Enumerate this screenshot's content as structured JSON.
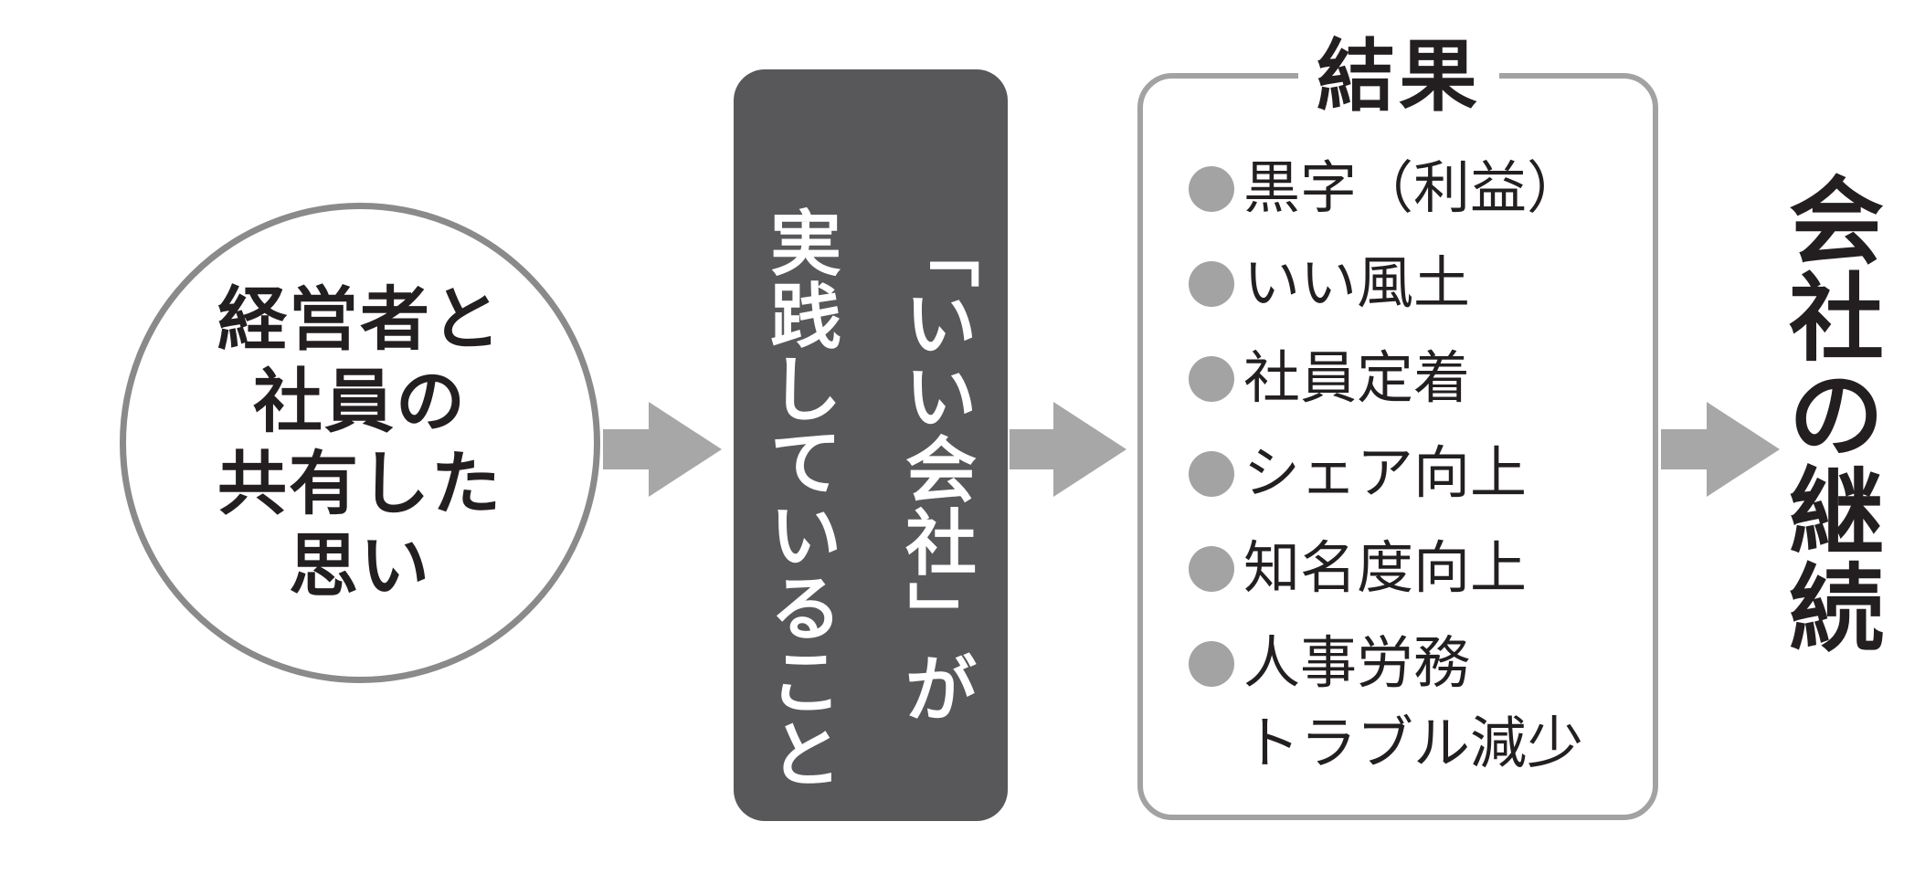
{
  "circle": {
    "lines": [
      "経営者と",
      "社員の",
      "共有した",
      "思い"
    ]
  },
  "practice": {
    "right_column": [
      "「",
      "い",
      "い",
      "会",
      "社",
      "」",
      "が"
    ],
    "left_column": [
      "実",
      "践",
      "し",
      "て",
      "い",
      "る",
      "こ",
      "と"
    ]
  },
  "results": {
    "title": "結果",
    "items": [
      {
        "lines": [
          "黒字（利益）"
        ]
      },
      {
        "lines": [
          "いい風土"
        ]
      },
      {
        "lines": [
          "社員定着"
        ]
      },
      {
        "lines": [
          "シェア向上"
        ]
      },
      {
        "lines": [
          "知名度向上"
        ]
      },
      {
        "lines": [
          "人事労務",
          "トラブル減少"
        ]
      }
    ]
  },
  "final": {
    "chars": [
      "会",
      "社",
      "の",
      "継",
      "続"
    ]
  },
  "colors": {
    "text": "#231f20",
    "dark_box": "#58575a",
    "arrow": "#a7a7a7",
    "circle_border": "#8a8a8a",
    "result_border": "#a2a2a2",
    "bullet": "#a3a3a3"
  }
}
